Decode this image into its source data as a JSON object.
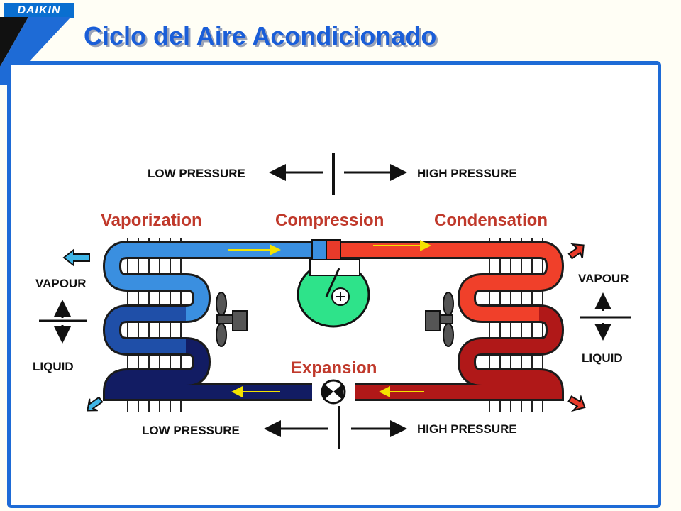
{
  "brand": "DAIKIN",
  "title": "Ciclo del Aire Acondicionado",
  "colors": {
    "title": "#1a5ed8",
    "border": "#1e6bd6",
    "stage_label": "#c0392b",
    "cold": "#3a8fe0",
    "hot": "#e83a2a",
    "compressor": "#2ee38a"
  },
  "pressure": {
    "low": "LOW PRESSURE",
    "high": "HIGH PRESSURE"
  },
  "stages": {
    "vaporization": "Vaporization",
    "compression": "Compression",
    "condensation": "Condensation",
    "expansion": "Expansion"
  },
  "states": {
    "vapour": "VAPOUR",
    "liquid": "LIQUID"
  }
}
